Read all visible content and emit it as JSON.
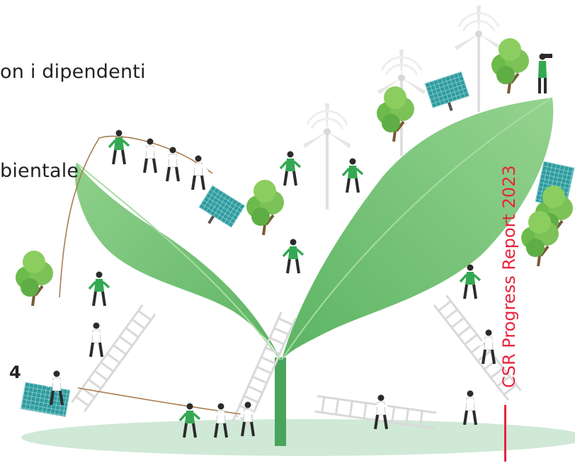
{
  "text": {
    "line1": "on i dipendenti",
    "line2": "bientale",
    "page_number": "4",
    "report_title": "CSR Progress Report 2023"
  },
  "colors": {
    "accent_red": "#e8243c",
    "leaf_green": "#6bbd6a",
    "leaf_light": "#8fd08b",
    "tree_green": "#7cc258",
    "ground_green": "#cfe9d6",
    "worker_green": "#34a853",
    "panel_blue": "#3aa7a7"
  },
  "illustration": {
    "elements": [
      "plant-stem",
      "left-leaf",
      "right-leaf",
      "ground",
      "wind-turbine",
      "solar-panel",
      "tree",
      "ladder",
      "rope",
      "worker-figure",
      "binoculars-figure"
    ]
  }
}
